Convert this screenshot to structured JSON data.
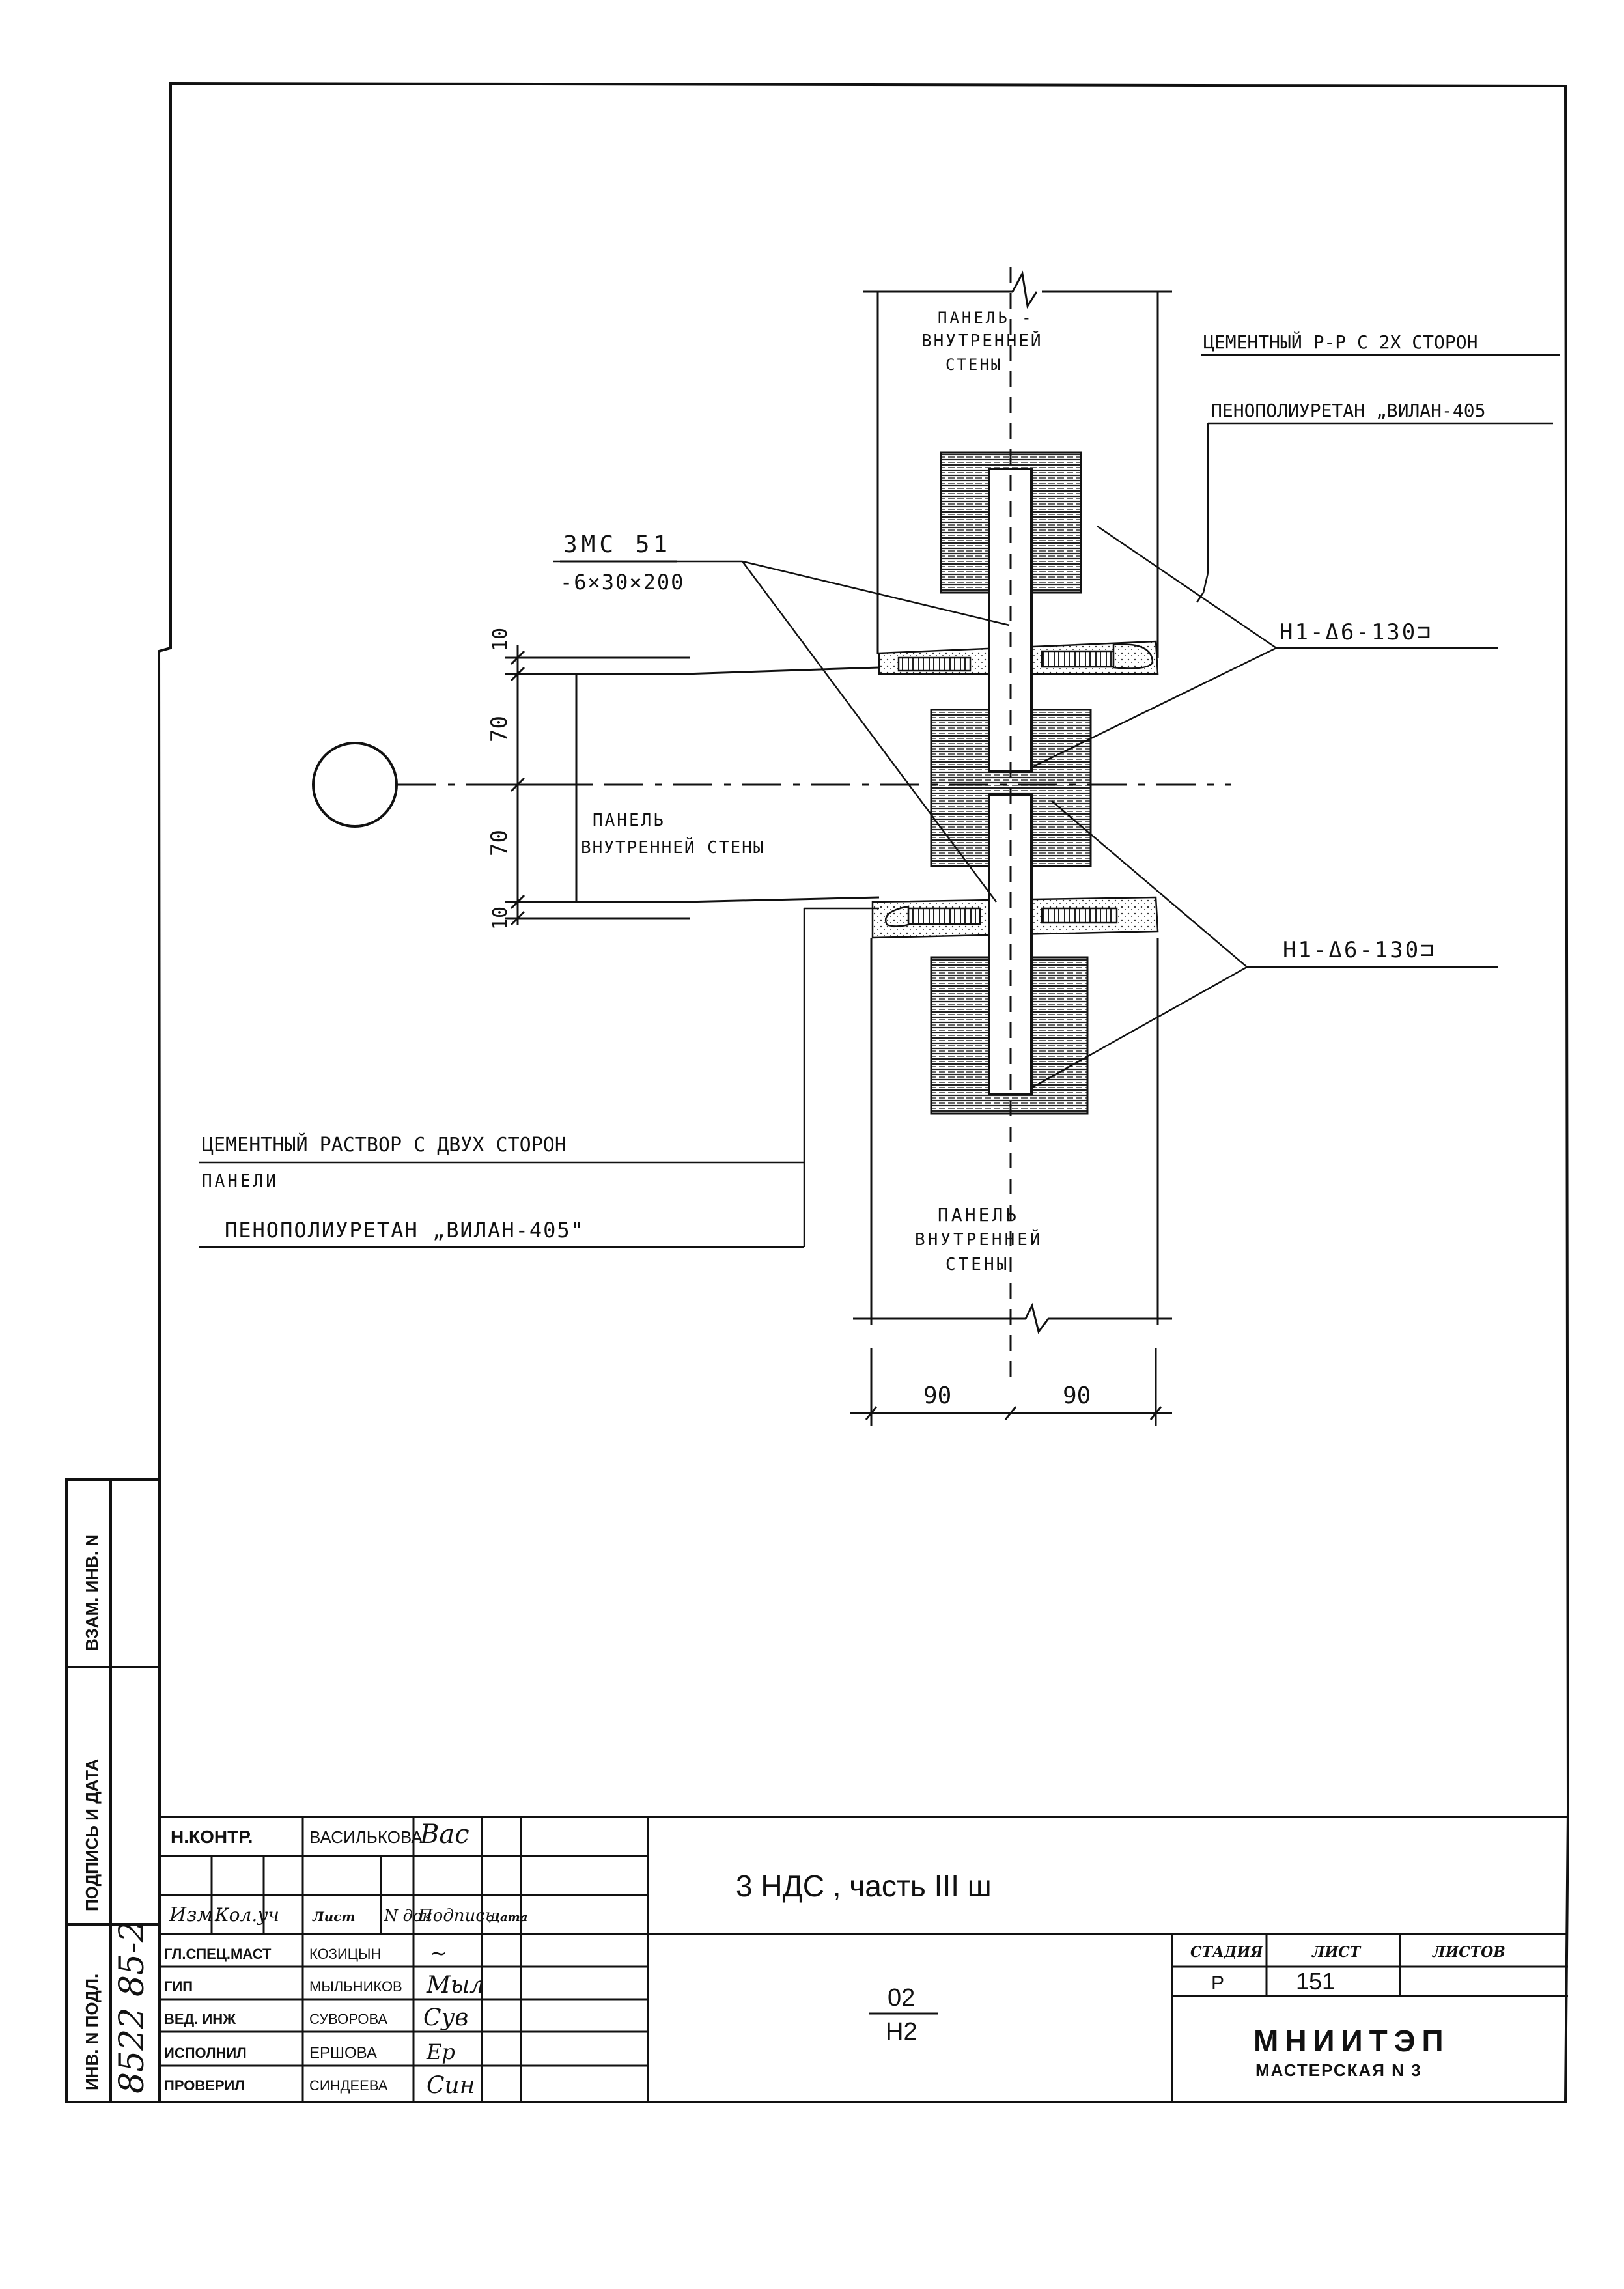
{
  "drawing": {
    "panel_top_label": [
      "ПАНЕЛЬ -",
      "ВНУТРЕННЕЙ",
      "СТЕНЫ"
    ],
    "panel_mid_label": [
      "ПАНЕЛЬ",
      "ВНУТРЕННЕЙ СТЕНЫ"
    ],
    "panel_bottom_label": [
      "ПАНЕЛЬ",
      "ВНУТРЕННЕЙ",
      "СТЕНЫ"
    ],
    "callout_right_top_1": "ЦЕМЕНТНЫЙ Р-Р С 2Х СТОРОН",
    "callout_right_top_2": "ПЕНОПОЛИУРЕТАН „ВИЛАН-405",
    "zmc_line1": "ЗМС 51",
    "zmc_line2": "-6×30×200",
    "h1_top": "Н1-Δ6-130⊐",
    "h1_bottom": "Н1-Δ6-130⊐",
    "callout_left_1a": "ЦЕМЕНТНЫЙ РАСТВОР С ДВУХ СТОРОН",
    "callout_left_1b": "ПАНЕЛИ",
    "callout_left_2": "ПЕНОПОЛИУРЕТАН „ВИЛАН-405\"",
    "dim_10_top": "10",
    "dim_70_top": "70",
    "dim_70_bottom": "70",
    "dim_10_bottom": "10",
    "dim_90_left": "90",
    "dim_90_right": "90"
  },
  "side_stamp": {
    "vzam": "ВЗАМ. ИНВ. N",
    "podpis": "ПОДПИСЬ И ДАТА",
    "inv_podl": "ИНВ. N ПОДЛ.",
    "inv_number": "8522 85-2"
  },
  "title_block": {
    "nkontr_role": "Н.КОНТР.",
    "nkontr_name": "ВАСИЛЬКОВА",
    "nkontr_sign": "Вас",
    "col_izm": "Изм.",
    "col_koluch": "Кол.уч",
    "col_list": "Лист",
    "col_ndok": "N док",
    "col_podpis": "Подпись",
    "col_data": "Дата",
    "rows": [
      {
        "role": "ГЛ.СПЕЦ.МАСТ",
        "name": "КОЗИЦЫН",
        "sign": "~"
      },
      {
        "role": "ГИП",
        "name": "МЫЛЬНИКОВ",
        "sign": "Мыл"
      },
      {
        "role": "ВЕД. ИНЖ",
        "name": "СУВОРОВА",
        "sign": "Сув"
      },
      {
        "role": "ИСПОЛНИЛ",
        "name": "ЕРШОВА",
        "sign": "Ер"
      },
      {
        "role": "ПРОВЕРИЛ",
        "name": "СИНДЕЕВА",
        "sign": "Син"
      }
    ],
    "project_title": "3 НДС , часть III ш",
    "node_numerator": "02",
    "node_denominator": "Н2",
    "stage_label": "СТАДИЯ",
    "sheet_label": "ЛИСТ",
    "sheets_label": "ЛИСТОВ",
    "stage_value": "Р",
    "sheet_value": "151",
    "sheets_value": "",
    "org_name": "МНИИТЭП",
    "org_sub": "МАСТЕРСКАЯ N 3"
  }
}
